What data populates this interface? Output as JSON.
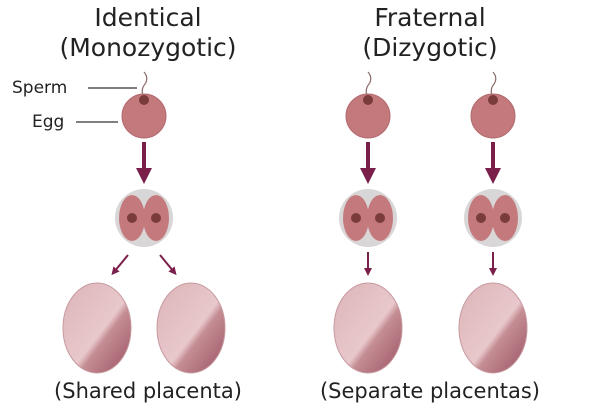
{
  "identical": {
    "title": "Identical",
    "subtitle": "(Monozygotic)",
    "footer": "(Shared placenta)"
  },
  "fraternal": {
    "title": "Fraternal",
    "subtitle": "(Dizygotic)",
    "footer": "(Separate placentas)"
  },
  "labels": {
    "sperm": "Sperm",
    "egg": "Egg"
  },
  "colors": {
    "arrow": "#7a1f4a",
    "cell": "#c47a7c",
    "nucleus": "#7a3b3b",
    "zona": "#d9d6d8",
    "placenta": "#e2b9bd",
    "placenta_dark": "#a85e68"
  }
}
